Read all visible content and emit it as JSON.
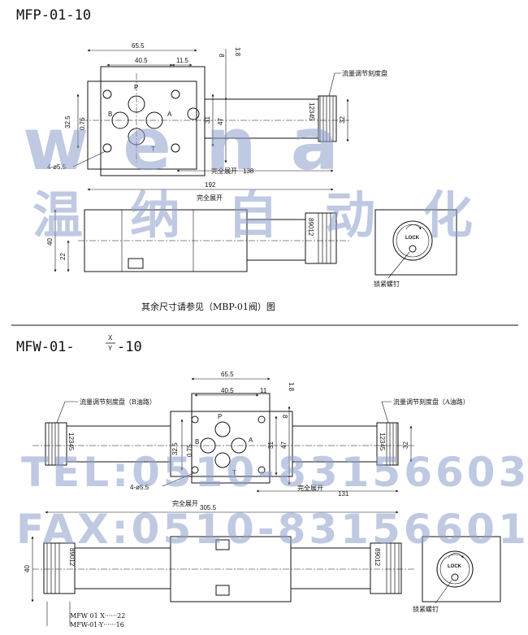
{
  "top": {
    "title": "MFP-01-10",
    "dims": {
      "d655": "65.5",
      "d405": "40.5",
      "d115": "11.5",
      "d8": "8",
      "d18": "1.8",
      "d325": "32.5",
      "d075": "0.75",
      "d31": "31",
      "d47": "47",
      "d32": "32",
      "d138": "138",
      "d192": "192",
      "d40": "40",
      "d22": "22",
      "hole": "4-ø5.5"
    },
    "labels": {
      "flow_dial": "流量调节刻度盘",
      "full_open_138": "完全展开",
      "full_open": "完全展开",
      "lock_screw": "锁紧螺钉",
      "lock": "LOCK",
      "note": "其余尺寸请参见（MBP-01阀）图"
    },
    "dial_digits": "12345",
    "dial_digits_side": "89012",
    "ports": {
      "p": "P",
      "a": "A",
      "b": "B",
      "t": "T"
    }
  },
  "bottom": {
    "title_main": "MFW-01-",
    "title_x": "X",
    "title_y": "Y",
    "title_end": "-10",
    "dims": {
      "d655": "65.5",
      "d405": "40.5",
      "d11": "11",
      "d18": "1.8",
      "d8": "8",
      "d325": "32.5",
      "d075": "0.75",
      "d31": "31",
      "d47": "47",
      "d32": "32",
      "d131": "131",
      "d3055": "305.5",
      "d40": "40",
      "hole": "4-ø5.5"
    },
    "labels": {
      "flow_dial_b": "流量调节刻度盘（B油路）",
      "flow_dial_a": "流量调节刻度盘（A油路）",
      "full_open": "完全展开",
      "full_open_2": "完全展开",
      "lock_screw": "锁紧螺钉",
      "lock": "LOCK",
      "mfw_x": "MFW 01 X······22",
      "mfw_y": "MFW-01-Y······16"
    },
    "dial_digits": "12345",
    "dial_digits_side": "89012",
    "ports": {
      "p": "P",
      "a": "A",
      "b": "B",
      "t": "T"
    }
  },
  "watermark": {
    "brand": "wena",
    "cn": "温纳自动化",
    "tel": "TEL:0510-83156603",
    "fax": "FAX:0510-83156601"
  },
  "colors": {
    "line": "#111111",
    "watermark": "#8b9ecb"
  }
}
